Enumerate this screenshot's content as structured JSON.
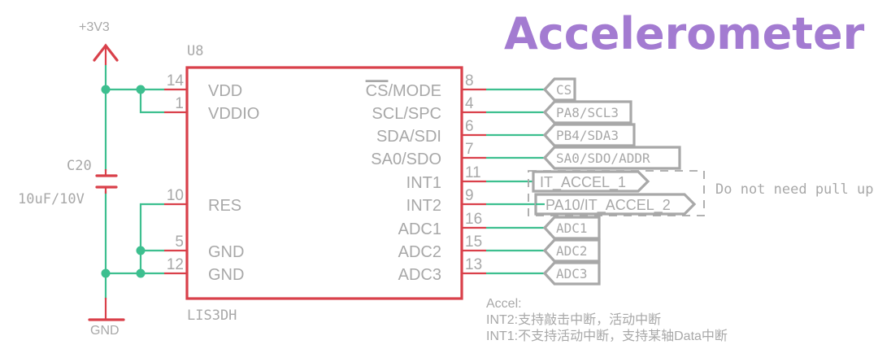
{
  "title": "Accelerometer",
  "colors": {
    "wire": "#3dbf8f",
    "component": "#d9404a",
    "label": "#a8a8a8",
    "title": "#a37bd1"
  },
  "power": {
    "supply": "+3V3",
    "ground": "GND"
  },
  "capacitor": {
    "ref": "C20",
    "value": "10uF/10V"
  },
  "ic": {
    "ref": "U8",
    "part": "LIS3DH",
    "left_pins": [
      {
        "num": "14",
        "name": "VDD"
      },
      {
        "num": "1",
        "name": "VDDIO"
      },
      {
        "num": "10",
        "name": "RES"
      },
      {
        "num": "5",
        "name": "GND"
      },
      {
        "num": "12",
        "name": "GND"
      }
    ],
    "right_pins": [
      {
        "num": "8",
        "name_overbar": "CS",
        "name": "/MODE",
        "net": "CS"
      },
      {
        "num": "4",
        "name": "SCL/SPC",
        "net": "PA8/SCL3"
      },
      {
        "num": "6",
        "name": "SDA/SDI",
        "net": "PB4/SDA3"
      },
      {
        "num": "7",
        "name": "SA0/SDO",
        "net": "SA0/SDO/ADDR"
      },
      {
        "num": "11",
        "name": "INT1",
        "net": "IT_ACCEL_1"
      },
      {
        "num": "9",
        "name": "INT2",
        "net": "PA10/IT_ACCEL_2"
      },
      {
        "num": "16",
        "name": "ADC1",
        "net": "ADC1"
      },
      {
        "num": "15",
        "name": "ADC2",
        "net": "ADC2"
      },
      {
        "num": "13",
        "name": "ADC3",
        "net": "ADC3"
      }
    ]
  },
  "notes": {
    "pullup": "Do not need pull up",
    "accel_heading": "Accel:",
    "int2": "INT2:支持敲击中断，活动中断",
    "int1": "INT1:不支持活动中断，支持某轴Data中断"
  }
}
